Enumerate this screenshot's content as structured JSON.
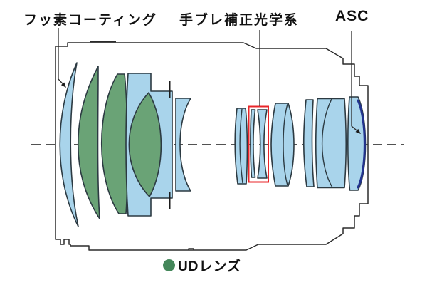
{
  "diagram": {
    "title_hint": "lens optical cross-section",
    "labels": {
      "front_coating": "フッ素コーティング",
      "stabilizer": "手ブレ補正光学系",
      "asc": "ASC"
    },
    "legend": {
      "ud_lens": "UDレンズ"
    },
    "colors": {
      "lens_blue": "#a9d4eb",
      "lens_green": "#6aa376",
      "ud_legend_green": "#44875a",
      "highlight_red": "#e8262a",
      "asc_navy": "#22338f",
      "outline_dark": "#2c3a42",
      "barrel_gray": "#2b2b2b"
    }
  }
}
